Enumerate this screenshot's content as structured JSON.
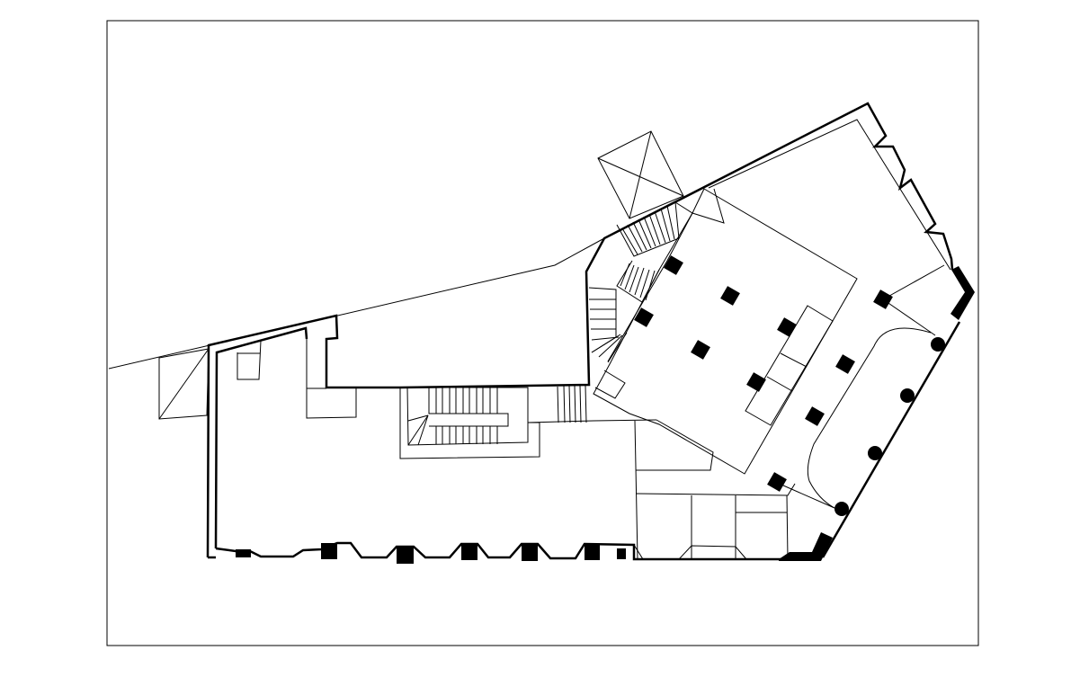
{
  "drawing": {
    "kind": "architectural floor plan",
    "colors": {
      "line": "#000000",
      "background": "#ffffff",
      "fill": "#000000"
    },
    "columns_square_count": 10,
    "columns_round_count": 4
  }
}
